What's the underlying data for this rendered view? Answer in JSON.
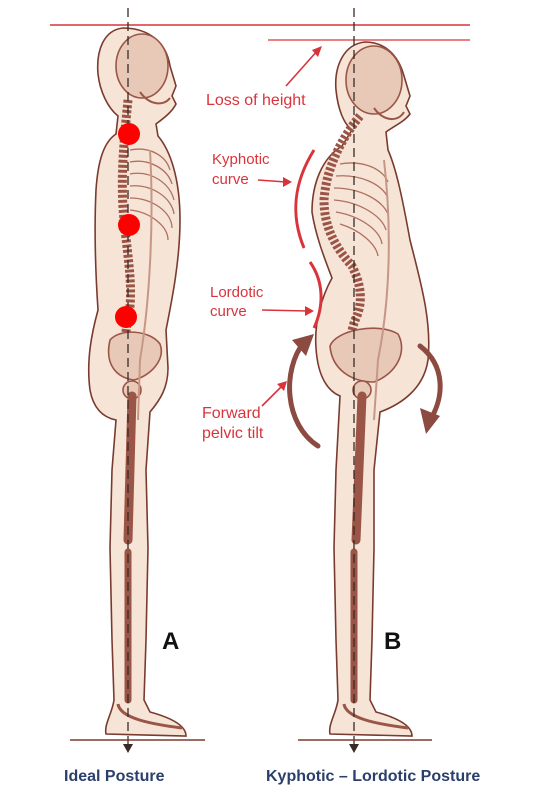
{
  "labels": {
    "loss_of_height": "Loss of height",
    "kyphotic_curve": [
      "Kyphotic",
      "curve"
    ],
    "lordotic_curve": [
      "Lordotic",
      "curve"
    ],
    "forward_pelvic_tilt": [
      "Forward",
      "pelvic tilt"
    ]
  },
  "figure_letters": {
    "a": "A",
    "b": "B"
  },
  "captions": {
    "ideal": "Ideal Posture",
    "kyphotic_lordotic": "Kyphotic – Lordotic Posture"
  },
  "colors": {
    "annotation_red": "#d9343c",
    "bone": "#9b5547",
    "skin_fill": "#f6e4d7",
    "outline": "#7a3b2f",
    "marker": "#ff0000",
    "caption": "#2a3f6b"
  },
  "markers": {
    "count": 3
  }
}
